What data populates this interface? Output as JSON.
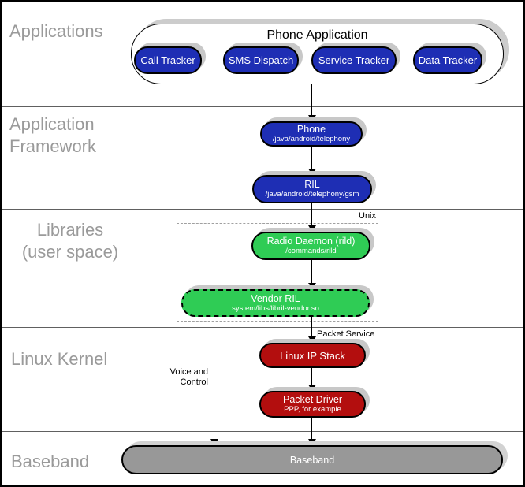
{
  "sections": [
    {
      "id": "applications",
      "lines": [
        "Applications"
      ]
    },
    {
      "id": "application-framework",
      "lines": [
        "Application",
        "Framework"
      ]
    },
    {
      "id": "libraries-user-space",
      "lines": [
        "Libraries",
        "(user space)"
      ]
    },
    {
      "id": "linux-kernel",
      "lines": [
        "Linux Kernel"
      ]
    },
    {
      "id": "baseband",
      "lines": [
        "Baseband"
      ]
    }
  ],
  "nodes": {
    "phone_application": {
      "title": "Phone Application"
    },
    "apps": [
      "Call Tracker",
      "SMS Dispatch",
      "Service Tracker",
      "Data Tracker"
    ],
    "phone": {
      "title": "Phone",
      "subtitle": "/java/android/telephony"
    },
    "ril": {
      "title": "RIL",
      "subtitle": "/java/android/telephony/gsm"
    },
    "radio_daemon": {
      "title": "Radio Daemon (rild)",
      "subtitle": "/commands/rild"
    },
    "vendor_ril": {
      "title": "Vendor RIL",
      "subtitle": "system/libs/libril-vendor.so"
    },
    "linux_ip_stack": {
      "title": "Linux IP Stack"
    },
    "packet_driver": {
      "title": "Packet Driver",
      "subtitle": "PPP, for example"
    },
    "baseband": {
      "title": "Baseband"
    }
  },
  "annotations": {
    "unix": "Unix",
    "packet_service": "Packet Service",
    "voice_control_lines": [
      "Voice and",
      "Control"
    ]
  },
  "colors": {
    "node_blue": "#1e2eb4",
    "node_green": "#2fcc55",
    "node_red": "#b30e0e",
    "node_gray": "#989898",
    "shadow_gray": "#c8c8c8",
    "section_label_gray": "#9a9a9a",
    "connector_black": "#000000"
  }
}
